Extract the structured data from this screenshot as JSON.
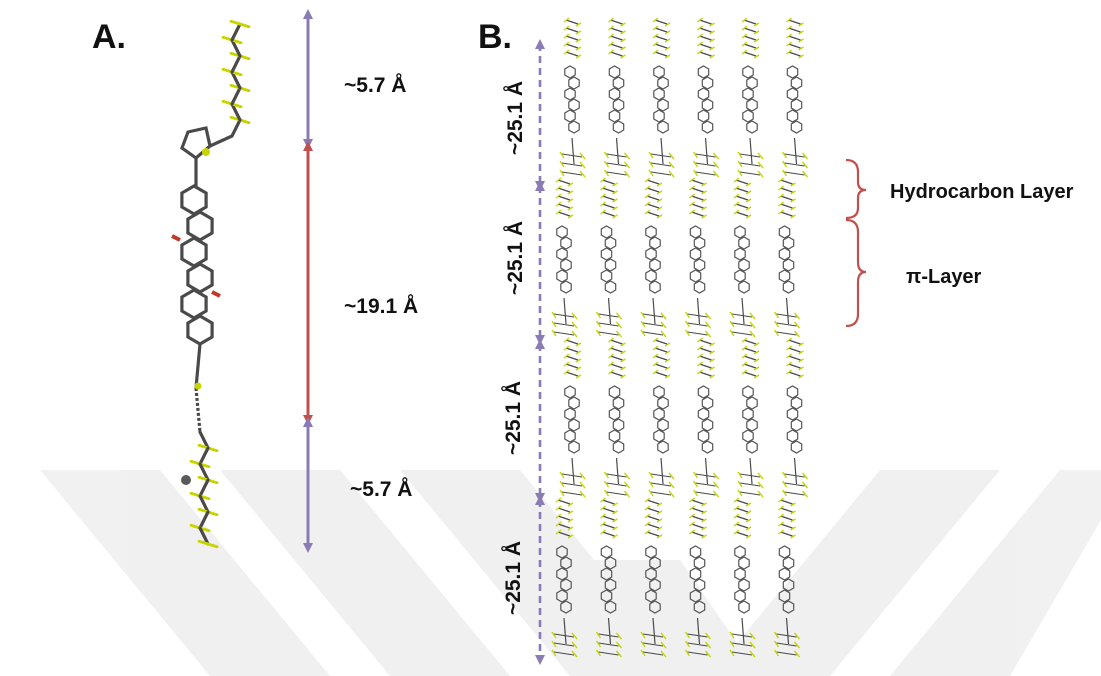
{
  "colors": {
    "purple_arrow": "#8a7bb5",
    "red_arrow": "#c0504d",
    "bracket": "#c0504d",
    "carbon": "#4a4a4a",
    "sulfur_fluorine": "#c8d400",
    "oxygen": "#c0392b",
    "watermark": "#e9e9e9"
  },
  "panel_a": {
    "label": "A.",
    "dimensions": [
      {
        "label": "~5.7 Å",
        "color": "purple"
      },
      {
        "label": "~19.1 Å",
        "color": "red"
      },
      {
        "label": "~5.7 Å",
        "color": "purple"
      }
    ]
  },
  "panel_b": {
    "label": "B.",
    "spacings": [
      "~25.1 Å",
      "~25.1 Å",
      "~25.1 Å",
      "~25.1 Å"
    ],
    "layers": [
      {
        "label": "Hydrocarbon Layer"
      },
      {
        "label": "π-Layer"
      }
    ],
    "molecule_columns": 6,
    "molecule_rows": 4
  }
}
